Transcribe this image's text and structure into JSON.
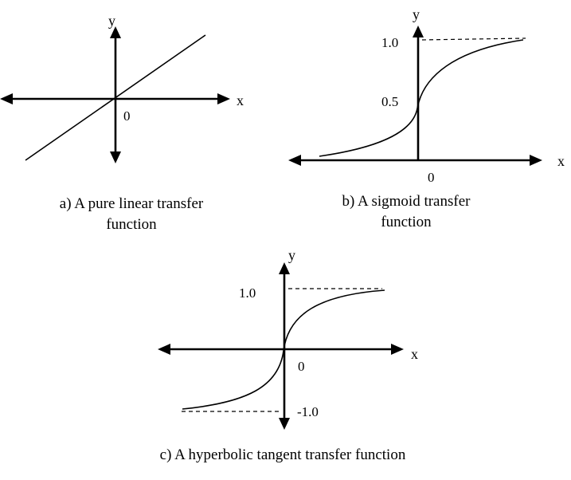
{
  "panel_a": {
    "x_label": "x",
    "y_label": "y",
    "origin_label": "0",
    "caption_line1": "a) A pure linear transfer",
    "caption_line2": "function"
  },
  "panel_b": {
    "x_label": "x",
    "y_label": "y",
    "origin_label": "0",
    "tick_top": "1.0",
    "tick_mid": "0.5",
    "caption_line1": "b) A sigmoid transfer",
    "caption_line2": "function"
  },
  "panel_c": {
    "x_label": "x",
    "y_label": "y",
    "origin_label": "0",
    "tick_top": "1.0",
    "tick_bottom": "-1.0",
    "caption": "c) A hyperbolic tangent transfer function"
  }
}
